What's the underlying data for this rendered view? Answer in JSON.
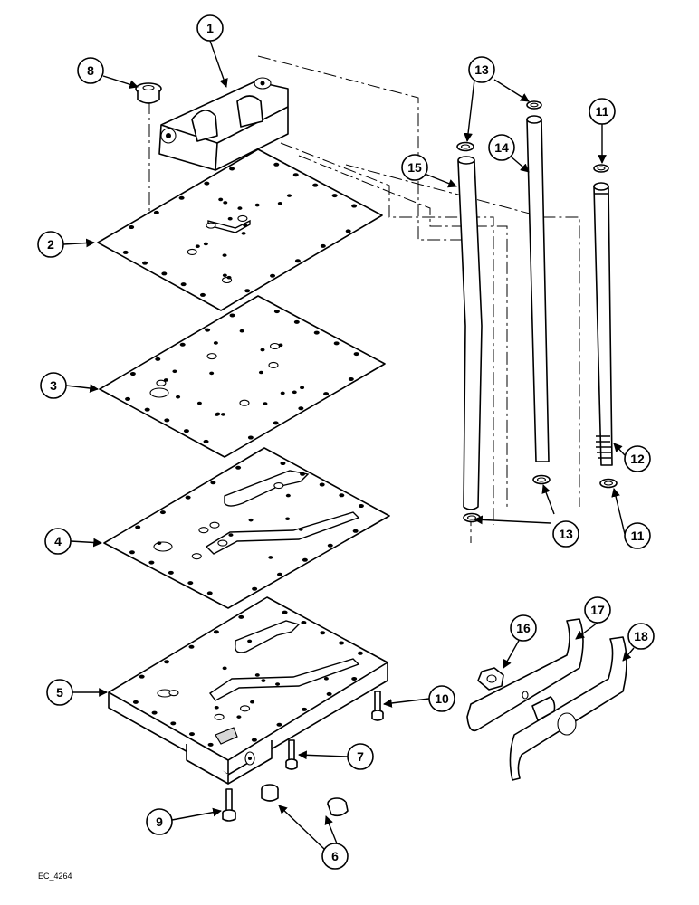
{
  "drawing_code": "EC_4264",
  "callouts": [
    {
      "label": "1"
    },
    {
      "label": "2"
    },
    {
      "label": "3"
    },
    {
      "label": "4"
    },
    {
      "label": "5"
    },
    {
      "label": "6"
    },
    {
      "label": "7"
    },
    {
      "label": "8"
    },
    {
      "label": "9"
    },
    {
      "label": "10"
    },
    {
      "label": "11"
    },
    {
      "label": "11"
    },
    {
      "label": "12"
    },
    {
      "label": "13"
    },
    {
      "label": "13"
    },
    {
      "label": "13"
    },
    {
      "label": "14"
    },
    {
      "label": "15"
    },
    {
      "label": "16"
    },
    {
      "label": "17"
    },
    {
      "label": "18"
    }
  ]
}
